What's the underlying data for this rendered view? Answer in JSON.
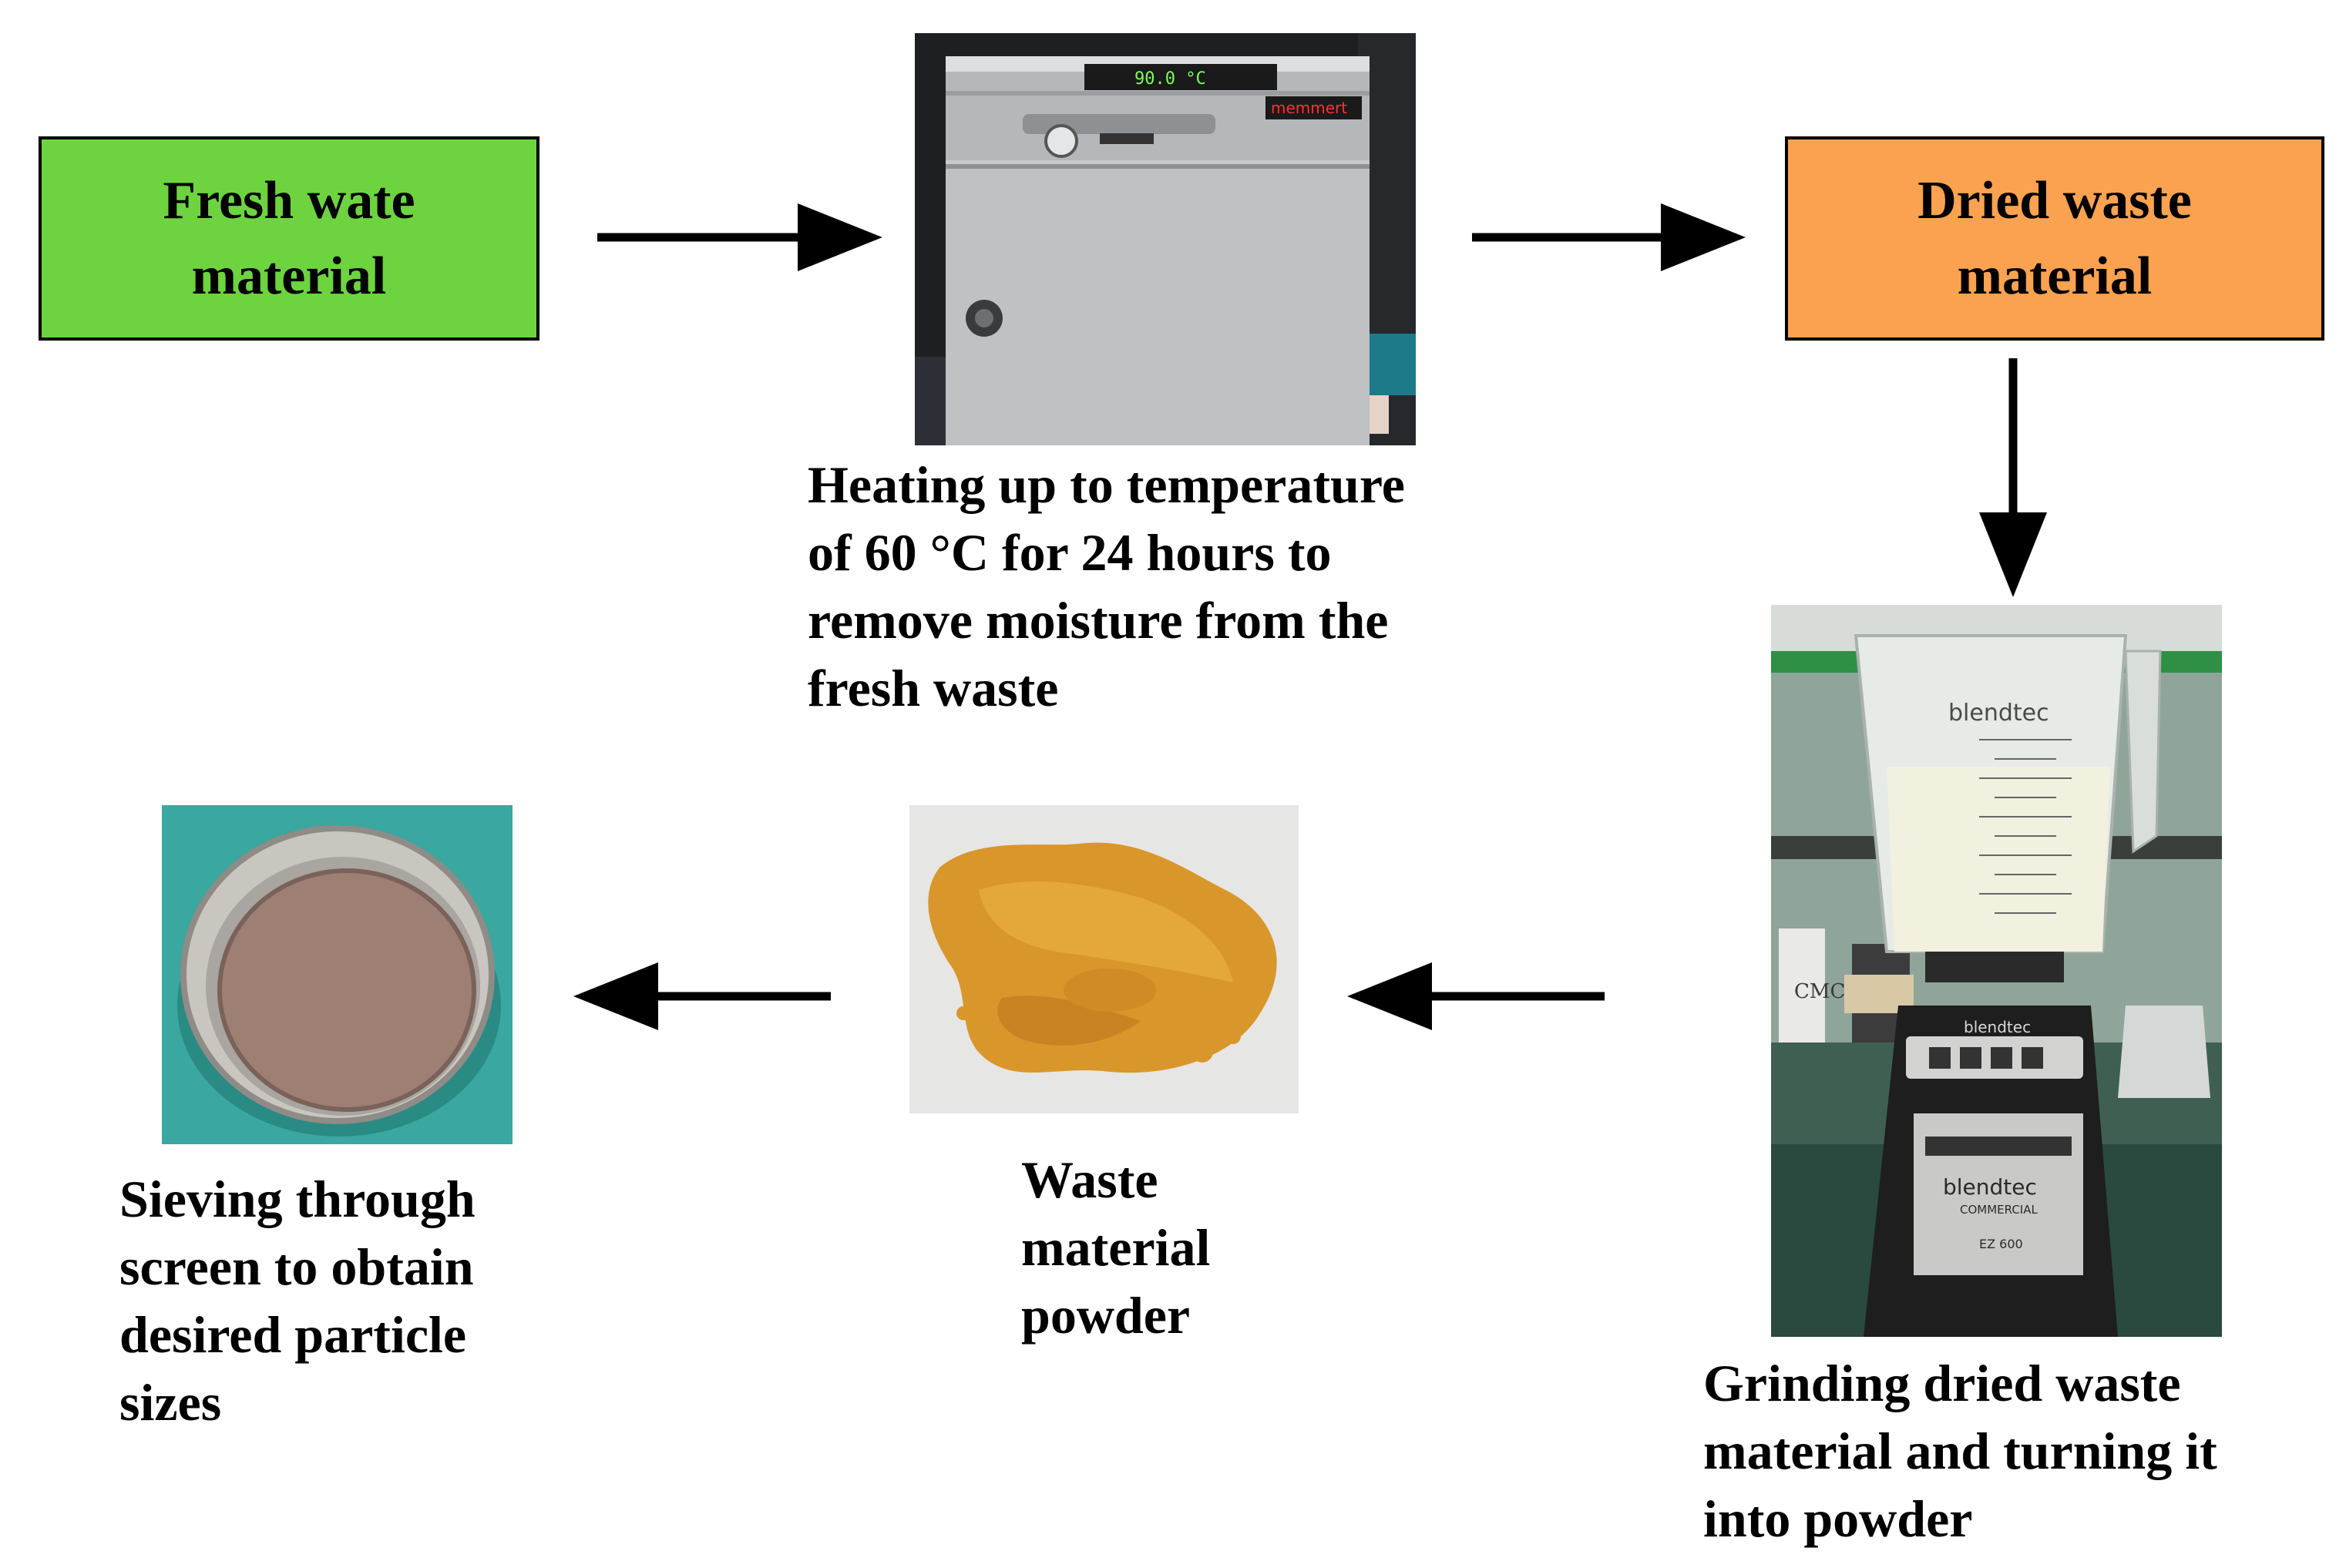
{
  "boxes": {
    "fresh": {
      "text": "Fresh wate\nmaterial",
      "fill": "#6dd440"
    },
    "dried": {
      "text": "Dried waste\nmaterial",
      "fill": "#fba251"
    }
  },
  "captions": {
    "heating": "Heating up to temperature\nof 60 °C for 24 hours to\nremove moisture from the\nfresh waste",
    "grinding": "Grinding dried waste\nmaterial and turning it\ninto powder",
    "powder": "Waste\nmaterial\npowder",
    "sieving": "Sieving through\nscreen to obtain\ndesired particle\nsizes"
  },
  "photo_labels": {
    "oven_display": "90.0 °C",
    "oven_brand": "memmert",
    "blender_brand": "blendtec",
    "blender_base_brand": "blendtec",
    "blender_base_sub": "COMMERCIAL",
    "blender_model": "EZ 600",
    "cmc_label": "CMC"
  },
  "colors": {
    "arrow": "#000000",
    "powder": "#d9962b",
    "sieve_bg": "#3aa7a0"
  }
}
